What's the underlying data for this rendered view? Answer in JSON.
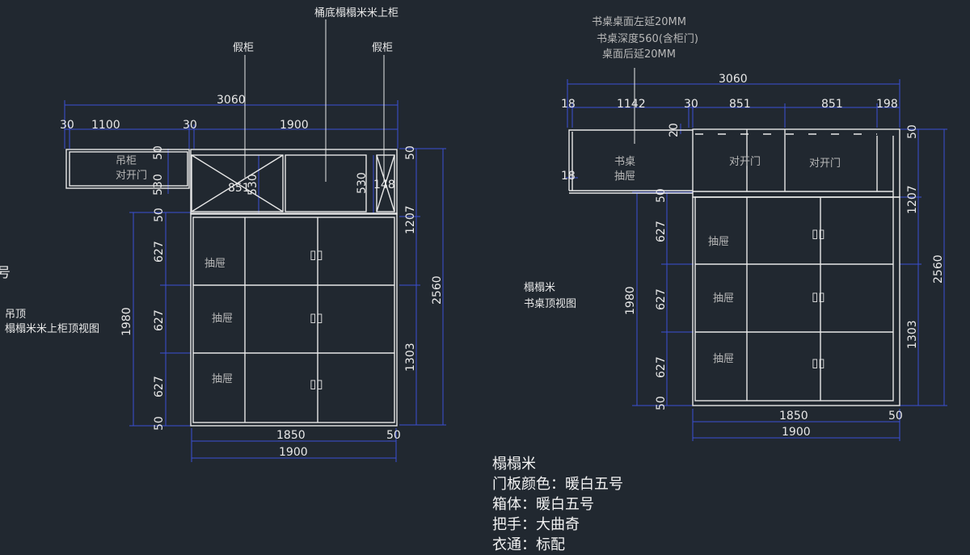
{
  "left": {
    "cut_text": "号",
    "title1": "吊顶",
    "title2": "榻榻米米上柜顶视图",
    "callouts": {
      "fake_left": "假柜",
      "bucket": "桶底榻榻米米上柜",
      "fake_right": "假柜"
    },
    "dims_top": {
      "total": "3060",
      "d30a": "30",
      "d1100": "1100",
      "d30b": "30",
      "d1900": "1900"
    },
    "hanging": {
      "label1": "吊柜",
      "label2": "对开门",
      "d50": "50",
      "d530": "530"
    },
    "inner": {
      "d851": "851",
      "d530a": "530",
      "d530b": "530",
      "d148": "148"
    },
    "right_dims": {
      "d50a": "50",
      "d1207": "1207",
      "d1303": "1303",
      "d2560": "2560"
    },
    "left_dims": {
      "d50a": "50",
      "d627a": "627",
      "d627b": "627",
      "d627c": "627",
      "d50b": "50",
      "d1980": "1980"
    },
    "drawers": [
      "抽屉",
      "抽屉",
      "抽屉"
    ],
    "doors": [
      "▯▯",
      "▯▯",
      "▯▯"
    ],
    "bottom_dims": {
      "d1850": "1850",
      "d50": "50",
      "d1900": "1900"
    }
  },
  "right": {
    "notes": {
      "n1": "书桌桌面左延20MM",
      "n2": "书桌深度560(含柜门)",
      "n3": "桌面后延20MM"
    },
    "dims_top": {
      "total": "3060",
      "d18": "18",
      "d1142": "1142",
      "d30": "30",
      "d851a": "851",
      "d851b": "851",
      "d198": "198"
    },
    "desk": {
      "label1": "书桌",
      "label2": "抽屉",
      "d20": "20",
      "d18": "18"
    },
    "upper": {
      "door1": "对开门",
      "door2": "对开门"
    },
    "side_label1": "榻榻米",
    "side_label2": "书桌顶视图",
    "left_dims": {
      "d50a": "50",
      "d627a": "627",
      "d627b": "627",
      "d627c": "627",
      "d50b": "50",
      "d1980": "1980"
    },
    "right_dims": {
      "d50": "50",
      "d1207": "1207",
      "d1303": "1303",
      "d2560": "2560"
    },
    "drawers": [
      "抽屉",
      "抽屉",
      "抽屉"
    ],
    "doors": [
      "▯▯",
      "▯▯",
      "▯▯"
    ],
    "bottom_dims": {
      "d1850": "1850",
      "d50": "50",
      "d1900": "1900"
    }
  },
  "spec": {
    "line1": "榻榻米",
    "line2": "门板颜色：暖白五号",
    "line3": "箱体：暖白五号",
    "line4": "把手：大曲奇",
    "line5": "衣通：标配"
  }
}
